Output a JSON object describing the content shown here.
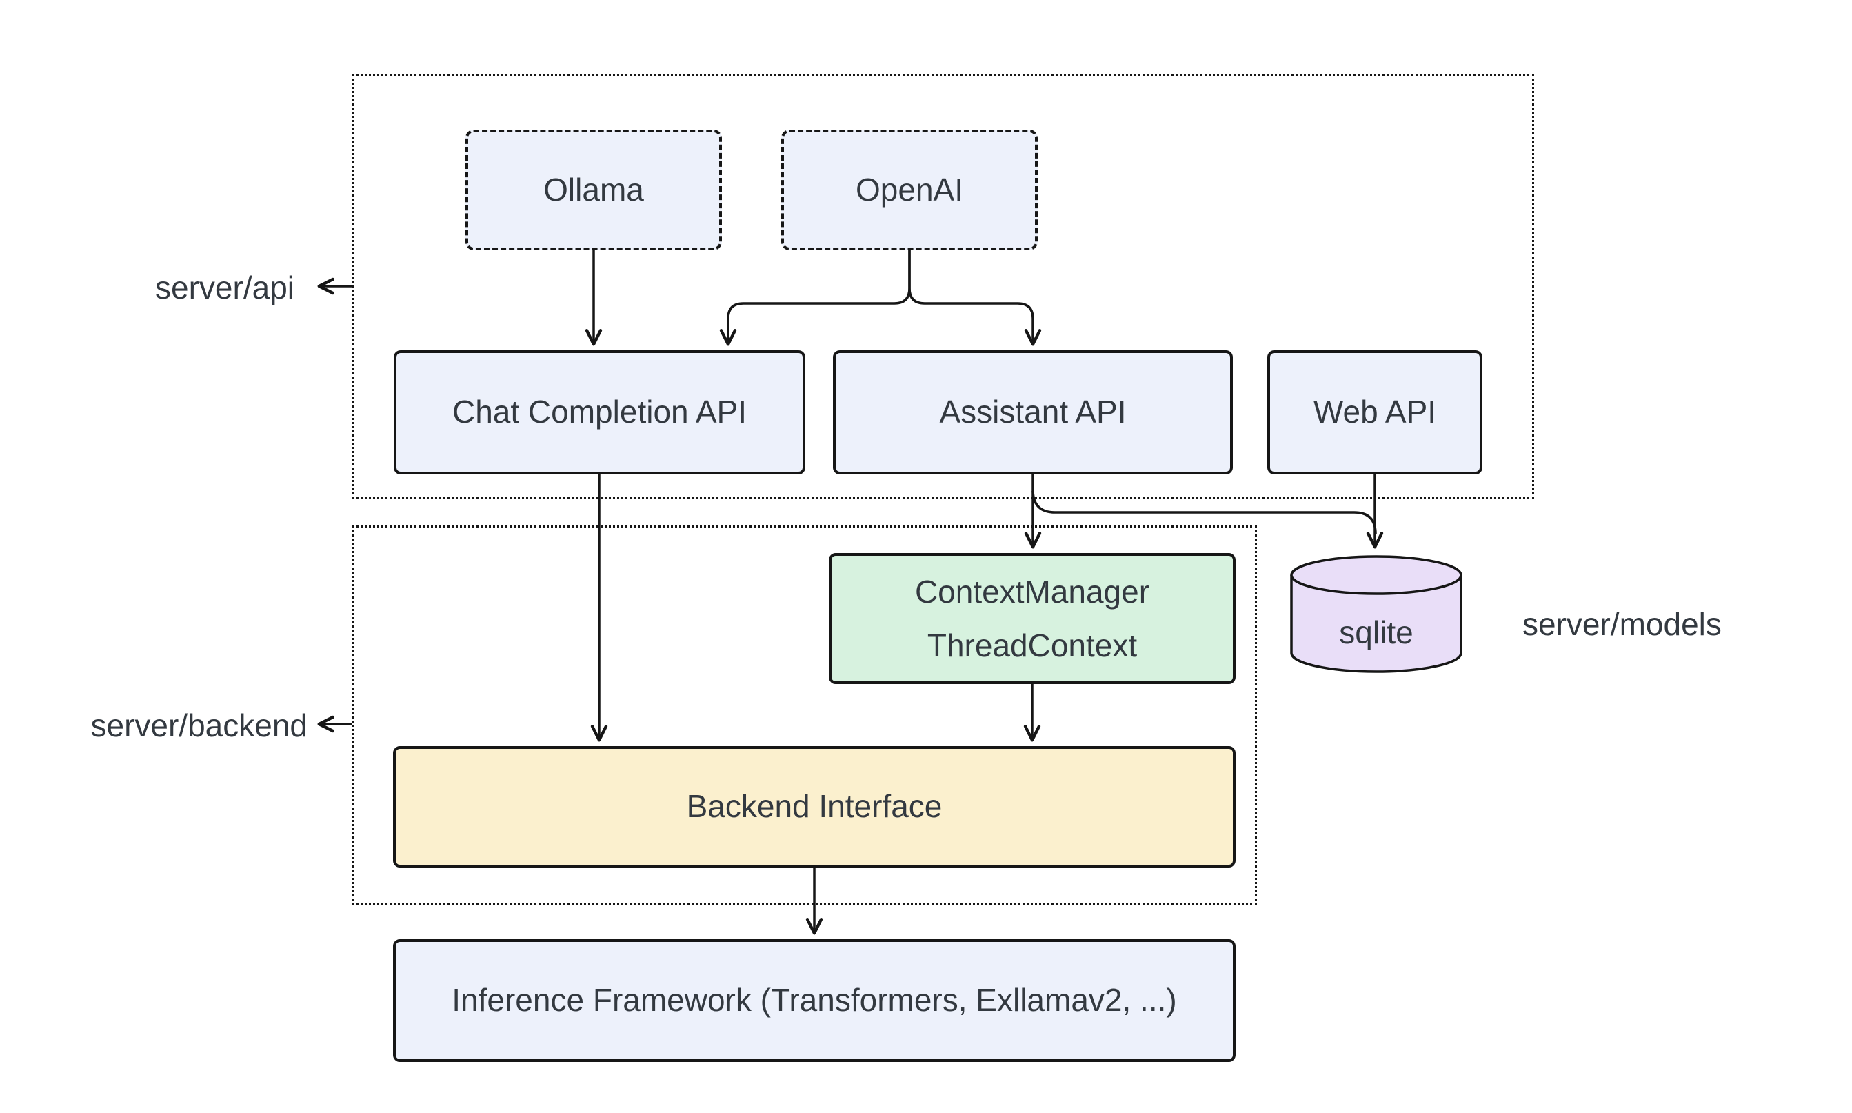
{
  "containers": {
    "server_api": {
      "label": "server/api"
    },
    "server_backend": {
      "label": "server/backend"
    },
    "server_models": {
      "label": "server/models"
    }
  },
  "nodes": {
    "ollama": {
      "label": "Ollama"
    },
    "openai": {
      "label": "OpenAI"
    },
    "chat_completion_api": {
      "label": "Chat Completion API"
    },
    "assistant_api": {
      "label": "Assistant API"
    },
    "web_api": {
      "label": "Web API"
    },
    "context_manager": {
      "line1": "ContextManager",
      "line2": "ThreadContext"
    },
    "sqlite": {
      "label": "sqlite"
    },
    "backend_interface": {
      "label": "Backend Interface"
    },
    "inference_framework": {
      "label": "Inference Framework (Transformers, Exllamav2, ...)"
    }
  },
  "edges": [
    {
      "from": "Ollama",
      "to": "Chat Completion API"
    },
    {
      "from": "OpenAI",
      "to": "Chat Completion API"
    },
    {
      "from": "OpenAI",
      "to": "Assistant API"
    },
    {
      "from": "Chat Completion API",
      "to": "Backend Interface"
    },
    {
      "from": "Assistant API",
      "to": "ContextManager ThreadContext"
    },
    {
      "from": "Assistant API",
      "to": "sqlite"
    },
    {
      "from": "Web API",
      "to": "sqlite"
    },
    {
      "from": "ContextManager ThreadContext",
      "to": "Backend Interface"
    },
    {
      "from": "Backend Interface",
      "to": "Inference Framework (Transformers, Exllamav2, ...)"
    }
  ],
  "colors": {
    "node_fill_blue": "#edf1fb",
    "node_fill_green": "#d7f2df",
    "node_fill_yellow": "#fbf0ce",
    "node_fill_purple": "#e9def8",
    "stroke": "#161616",
    "text": "#333940",
    "background": "#ffffff"
  }
}
